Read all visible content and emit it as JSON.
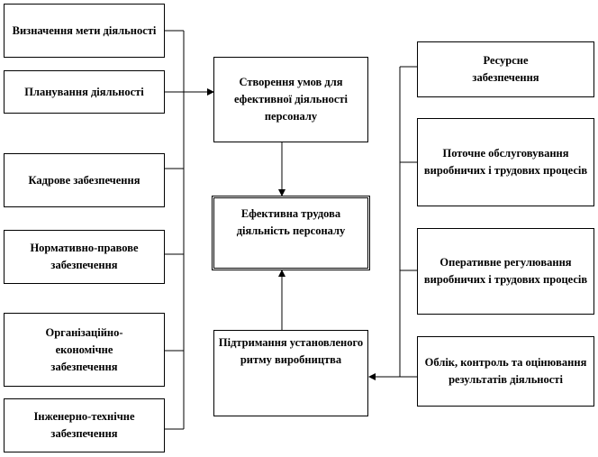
{
  "left_boxes": [
    {
      "label": "Визначення мети діяльності"
    },
    {
      "label": "Планування діяльності"
    },
    {
      "label": "Кадрове забезпечення"
    },
    {
      "label": "Нормативно-правове забезпечення"
    },
    {
      "label": "Організаційно-економічне забезпечення"
    },
    {
      "label": "Інженерно-технічне забезпечення"
    }
  ],
  "center": {
    "top_label": "Створення умов для ефективної діяльності персоналу",
    "middle_label": "Ефективна трудова діяльність персоналу",
    "bottom_label": "Підтримання установленого ритму виробництва"
  },
  "right_boxes": [
    {
      "label": "Ресурсне забезпечення"
    },
    {
      "label": "Поточне обслуговування виробничих і трудових процесів"
    },
    {
      "label": "Оперативне регулювання виробничих і трудових процесів"
    },
    {
      "label": "Облік, контроль та оцінювання результатів діяльності"
    }
  ]
}
